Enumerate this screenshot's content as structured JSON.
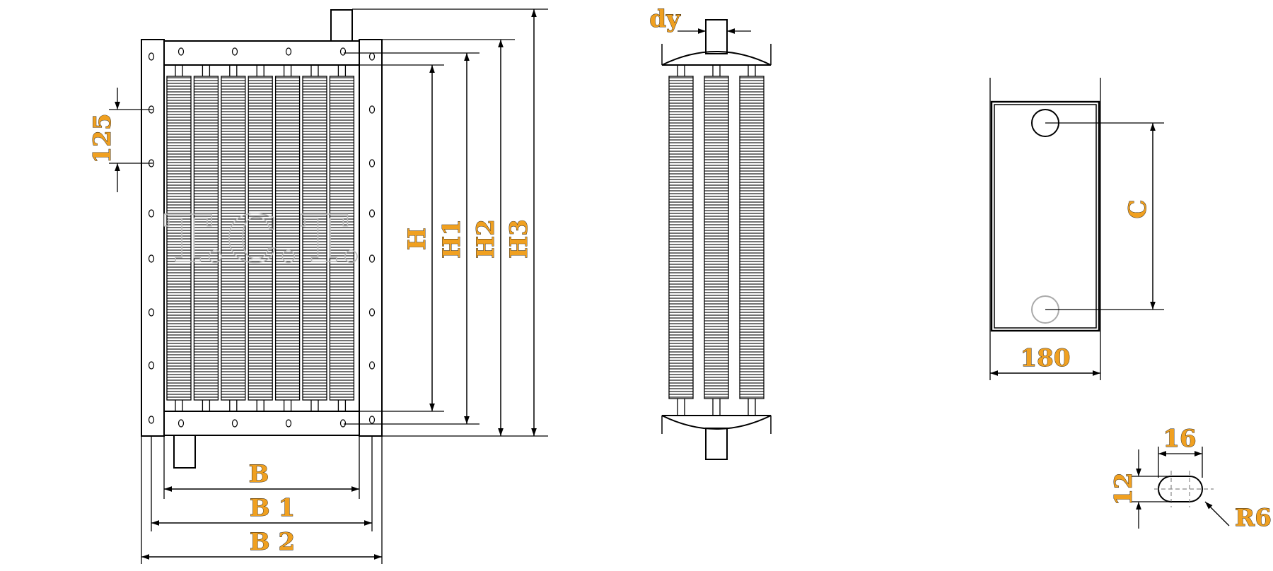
{
  "diagram": {
    "watermark": "T.C.T.",
    "front_view": {
      "labels": {
        "pitch": "125",
        "h": "H",
        "h1": "H1",
        "h2": "H2",
        "h3": "H3",
        "b": "B",
        "b1": "B 1",
        "b2": "B 2"
      },
      "tube_count": 7,
      "side_holes_per_column": 8
    },
    "side_view": {
      "labels": {
        "dy": "dy"
      },
      "tube_count": 3
    },
    "flange_view": {
      "labels": {
        "c": "C",
        "width": "180"
      }
    },
    "slot_detail": {
      "labels": {
        "length": "16",
        "height": "12",
        "radius": "R6"
      }
    },
    "colors": {
      "line": "#000000",
      "label_fill": "#f0a020",
      "watermark": "#bdbdbd"
    }
  }
}
